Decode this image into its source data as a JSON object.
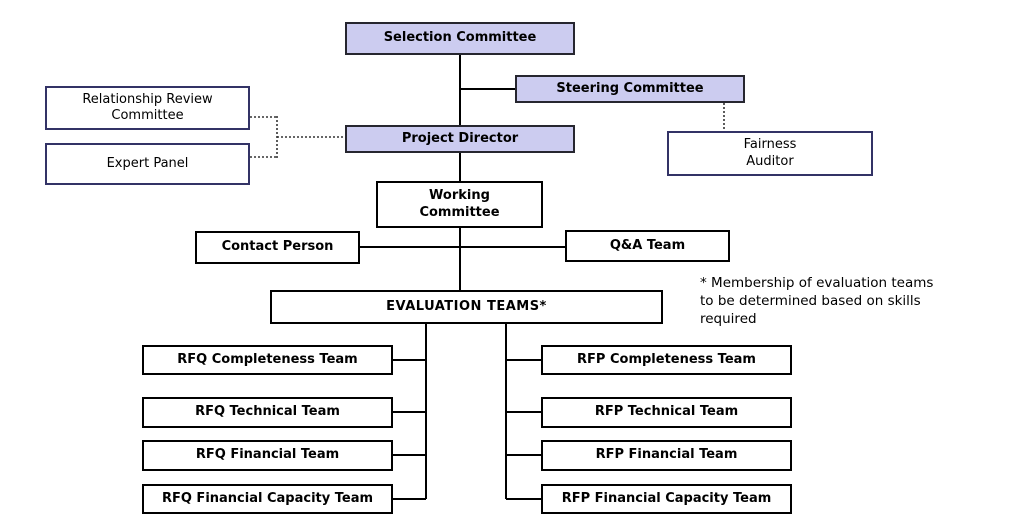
{
  "colors": {
    "background": "#FFFFFF",
    "accent_fill": "#CCCCF0",
    "accent_border": "#26262F",
    "navy_border": "#333366",
    "black_border": "#000000",
    "solid_line": "#000000",
    "dotted_line": "#333333"
  },
  "nodes": {
    "selection_committee": {
      "label": "Selection Committee"
    },
    "steering_committee": {
      "label": "Steering Committee"
    },
    "project_director": {
      "label": "Project Director"
    },
    "relationship_review_committee": {
      "label": "Relationship Review\nCommittee"
    },
    "expert_panel": {
      "label": "Expert Panel"
    },
    "fairness_auditor": {
      "label": "Fairness\nAuditor"
    },
    "working_committee": {
      "label": "Working\nCommittee"
    },
    "contact_person": {
      "label": "Contact Person"
    },
    "qa_team": {
      "label": "Q&A Team"
    },
    "evaluation_teams": {
      "label": "EVALUATION TEAMS*"
    },
    "rfq_completeness_team": {
      "label": "RFQ Completeness Team"
    },
    "rfq_technical_team": {
      "label": "RFQ Technical Team"
    },
    "rfq_financial_team": {
      "label": "RFQ Financial Team"
    },
    "rfq_financial_capacity_team": {
      "label": "RFQ Financial Capacity Team"
    },
    "rfp_completeness_team": {
      "label": "RFP Completeness Team"
    },
    "rfp_technical_team": {
      "label": "RFP Technical Team"
    },
    "rfp_financial_team": {
      "label": "RFP Financial Team"
    },
    "rfp_financial_capacity_team": {
      "label": "RFP Financial Capacity Team"
    }
  },
  "annotation": {
    "text": "* Membership of evaluation teams\nto be determined based on skills\nrequired"
  }
}
